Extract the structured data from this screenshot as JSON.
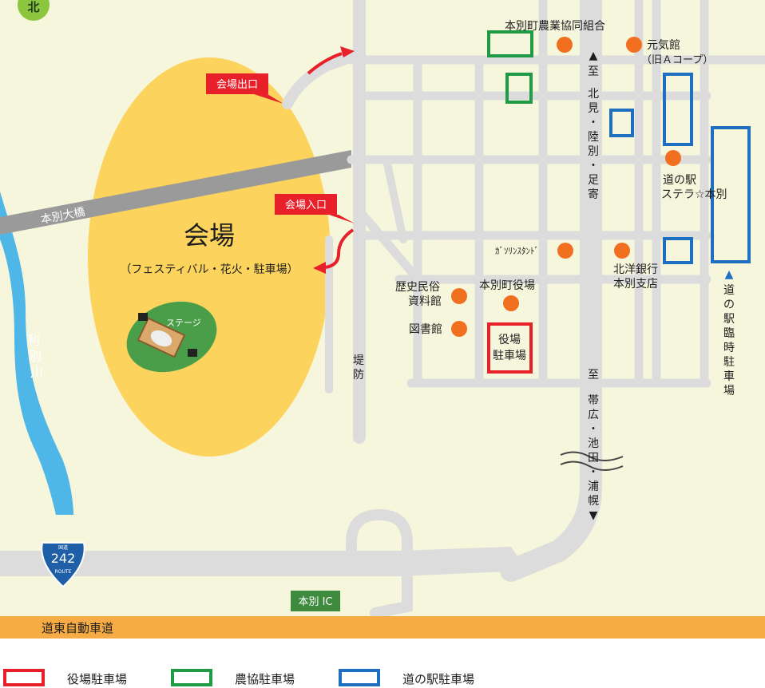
{
  "compass": "北",
  "venue": {
    "title": "会場",
    "subtitle": "（フェスティバル・花火・駐車場）",
    "stage": "ステージ"
  },
  "callouts": {
    "exit": "会場出口",
    "entrance": "会場入口"
  },
  "bridge": "本別大橋",
  "river": [
    "利",
    "別",
    "川"
  ],
  "embankment": [
    "堤",
    "防"
  ],
  "directions": {
    "north": [
      "▲",
      "至",
      "北",
      "見",
      "・",
      "陸",
      "別",
      "・",
      "足",
      "寄"
    ],
    "south": [
      "至",
      "帯",
      "広",
      "・",
      "池",
      "田",
      "・",
      "浦",
      "幌",
      "▼"
    ]
  },
  "facilities": {
    "ja": "本別町農業協同組合",
    "genki_line1": "元気館",
    "genki_line2": "（旧Ａコープ）",
    "michi_line1": "道の駅",
    "michi_line2": "ステラ☆本別",
    "gas": "ｶﾞｿﾘﾝｽﾀﾝﾄﾞ",
    "bank_line1": "北洋銀行",
    "bank_line2": "本別支店",
    "museum_line1": "歴史民俗",
    "museum_line2": "資料館",
    "town_hall": "本別町役場",
    "library": "図書館",
    "yakuba_lot_line1": "役場",
    "yakuba_lot_line2": "駐車場"
  },
  "temp_lot": [
    "▲",
    "道",
    "の",
    "駅",
    "臨",
    "時",
    "駐",
    "車",
    "場"
  ],
  "route": {
    "label": "国道",
    "number": "242",
    "sub": "ROUTE"
  },
  "ic": "本別 IC",
  "expressway": "道東自動車道",
  "legend": {
    "items": [
      {
        "label": "役場駐車場",
        "color": "#e8202a"
      },
      {
        "label": "農協駐車場",
        "color": "#1f9a45"
      },
      {
        "label": "道の駅駐車場",
        "color": "#1e6fc0"
      }
    ]
  },
  "colors": {
    "land": "#f6f6dc",
    "road": "#dcdcdc",
    "river": "#4fb6e8",
    "venue": "#fcd35c",
    "facility_dot": "#f07020",
    "expressway": "#f7ab45",
    "bridge": "#9a9a9a",
    "callout": "#e8202a"
  }
}
